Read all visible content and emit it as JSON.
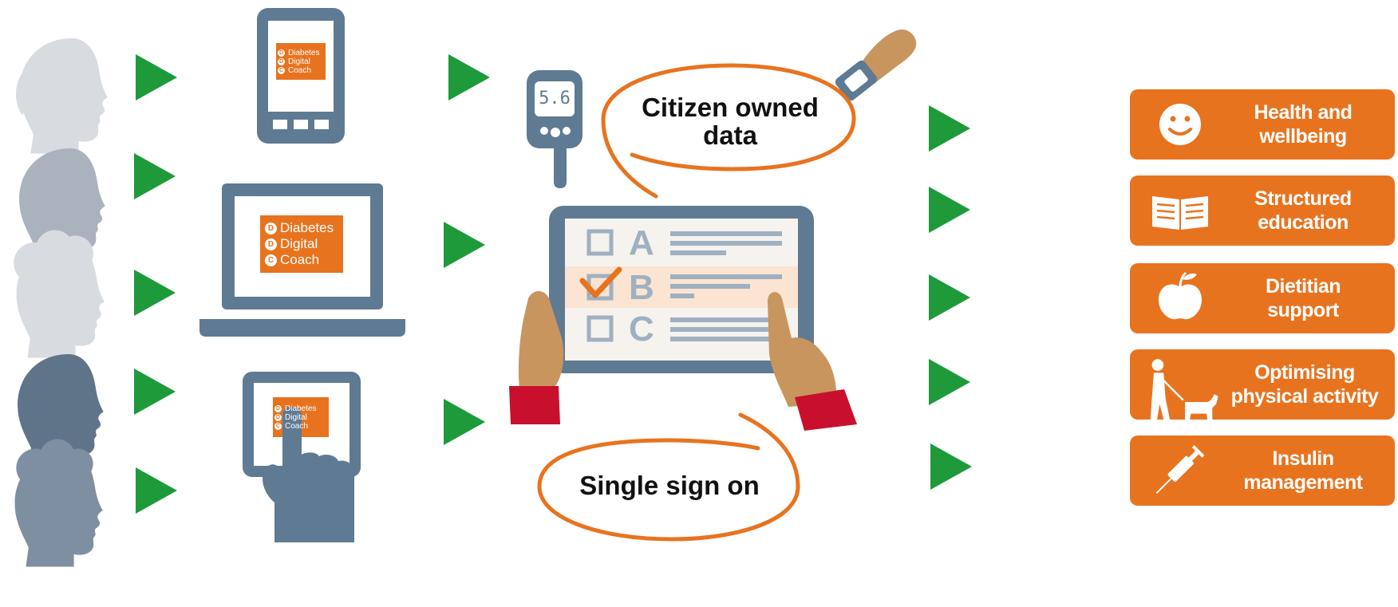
{
  "app": {
    "lines": [
      "Diabetes",
      "Digital",
      "Coach"
    ],
    "dots": [
      "D",
      "D",
      "C"
    ]
  },
  "meter": {
    "reading": "5.6"
  },
  "bubbles": {
    "citizen_line1": "Citizen owned",
    "citizen_line2": "data",
    "sso": "Single sign on"
  },
  "form": {
    "options": [
      "A",
      "B",
      "C"
    ],
    "checked": "B"
  },
  "services": [
    {
      "line1": "Health and",
      "line2": "wellbeing",
      "icon": "smiley-icon"
    },
    {
      "line1": "Structured",
      "line2": "education",
      "icon": "book-icon"
    },
    {
      "line1": "Dietitian",
      "line2": "support",
      "icon": "apple-icon"
    },
    {
      "line1": "Optimising",
      "line2": "physical activity",
      "icon": "dog-walker-icon"
    },
    {
      "line1": "Insulin",
      "line2": "management",
      "icon": "syringe-icon"
    }
  ],
  "colors": {
    "orange": "#e8731f",
    "arrow_green": "#1e9a3a",
    "device_slate": "#5f7a93",
    "skin": "#c9955e",
    "sleeve_red": "#c8102e",
    "head_light": "#d8dbe0",
    "head_mid": "#aab2bd",
    "head_dark": "#5f7489"
  }
}
